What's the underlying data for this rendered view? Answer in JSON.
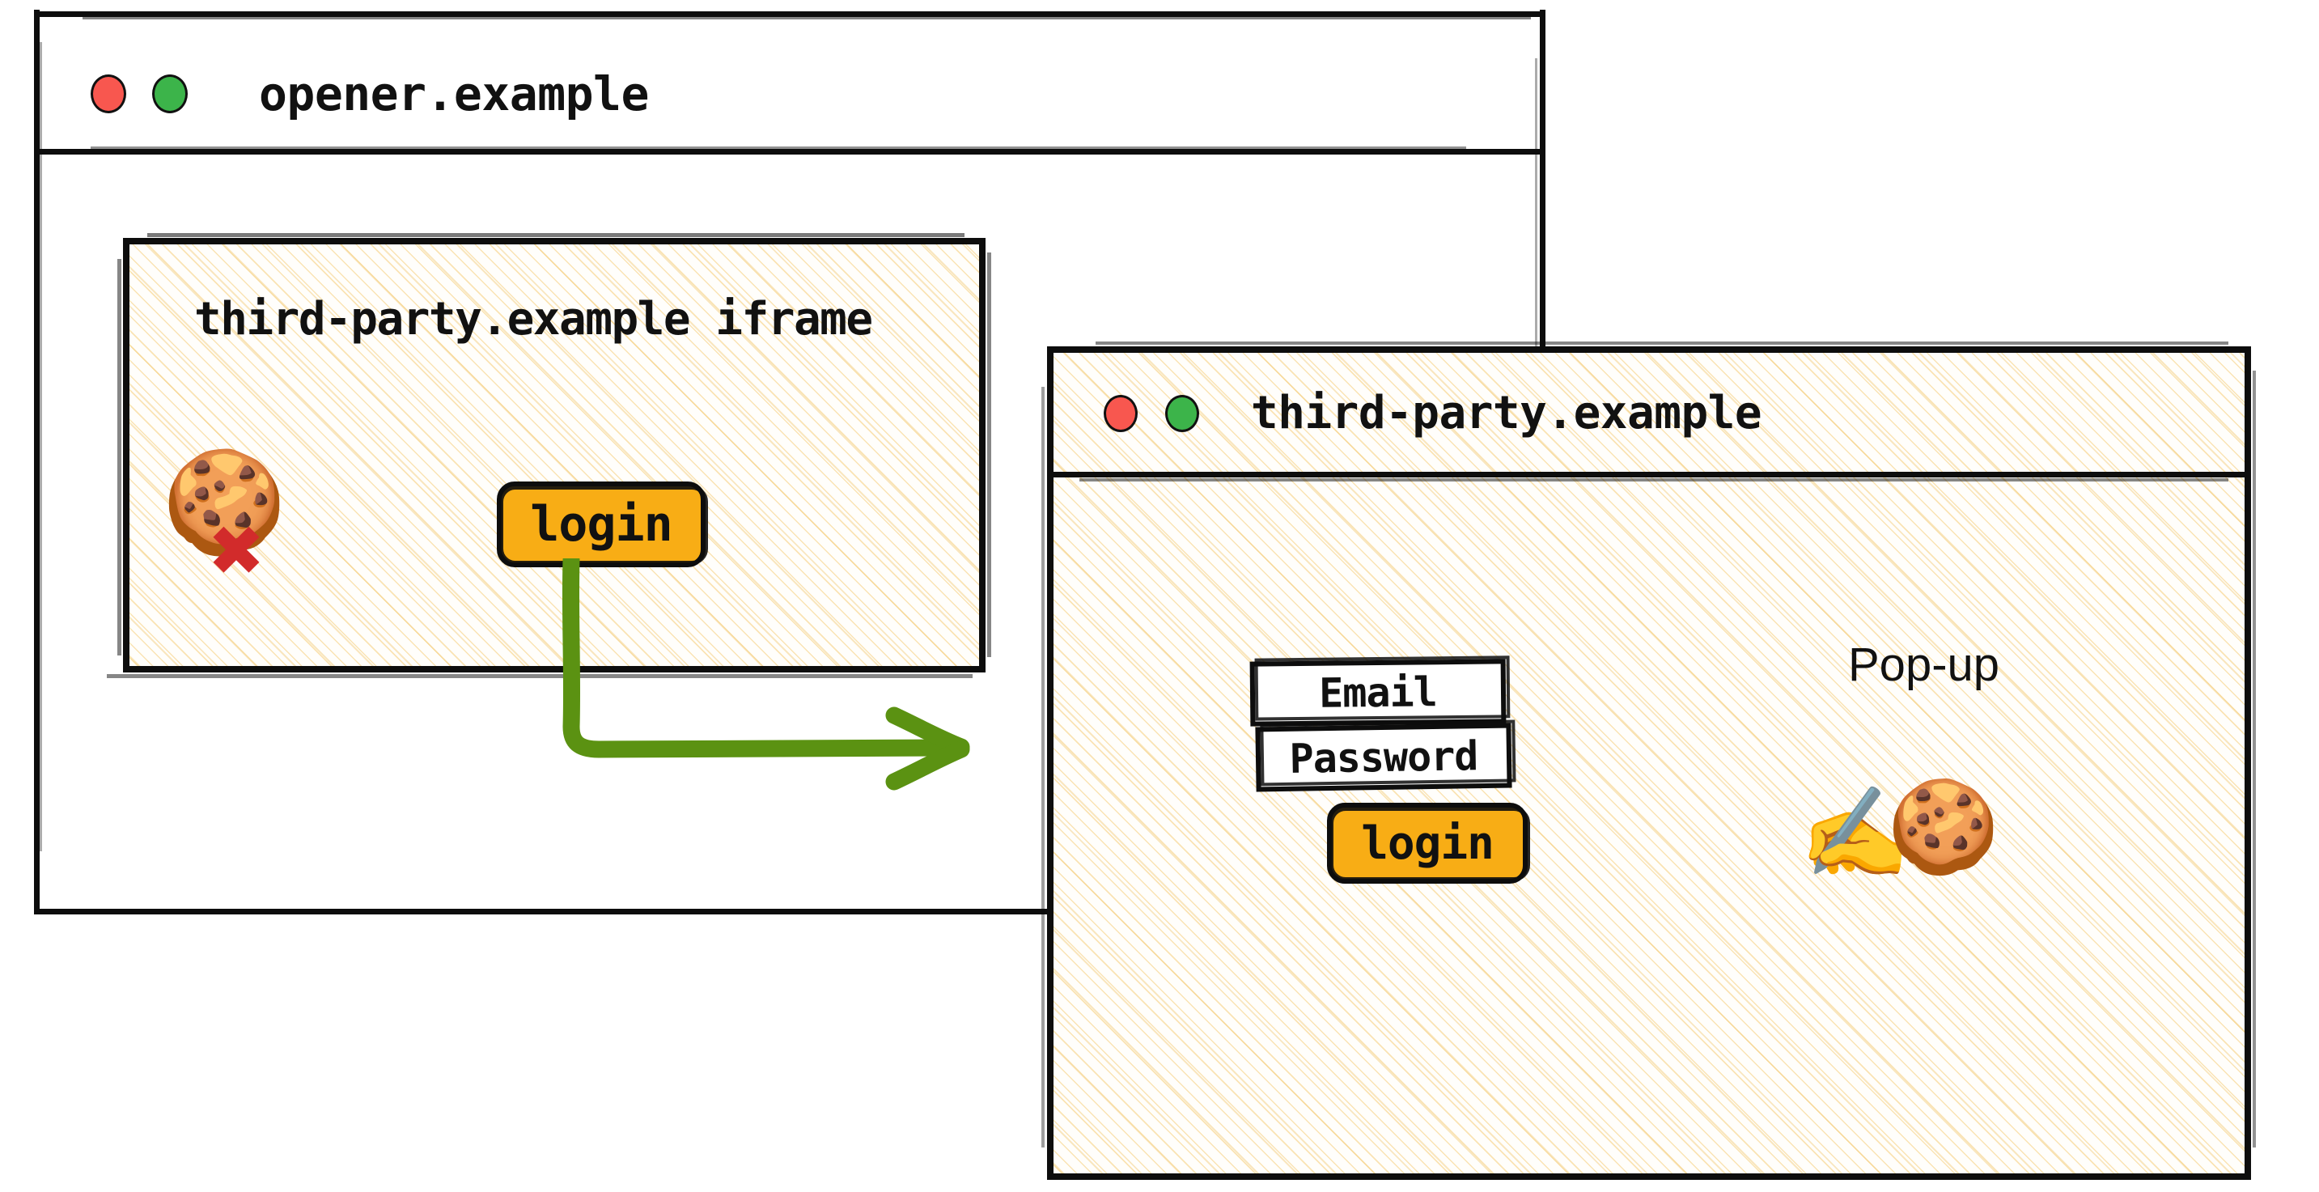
{
  "diagram": {
    "title_text_font_note": "monospace sketch style",
    "accent_colors": {
      "button_amber": "#f8ad15",
      "arrow_green": "#5b9212",
      "traffic_red": "#f8574f",
      "traffic_green": "#3cb44a",
      "hatch_amber": "#f5cd78",
      "stroke_black": "#0d0d0d",
      "cross_red": "#d22b2b"
    }
  },
  "opener_window": {
    "title": "opener.example",
    "traffic_lights": [
      {
        "name": "close",
        "color": "#f8574f"
      },
      {
        "name": "maximize",
        "color": "#3cb44a"
      }
    ],
    "iframe": {
      "title": "third-party.example iframe",
      "cookie_icon": "🍪",
      "cookie_blocked_icon": "❌",
      "login_button": "login"
    }
  },
  "popup_window": {
    "title": "third-party.example",
    "label": "Pop-up",
    "traffic_lights": [
      {
        "name": "close",
        "color": "#f8574f"
      },
      {
        "name": "maximize",
        "color": "#3cb44a"
      }
    ],
    "form": {
      "email_field": "Email",
      "password_field": "Password",
      "login_button": "login"
    },
    "writing_hand_icon": "✍️",
    "cookie_icon": "🍪"
  },
  "arrow": {
    "name": "login-flow-arrow",
    "color": "#5b9212",
    "from": "iframe login button",
    "to": "pop-up window"
  }
}
